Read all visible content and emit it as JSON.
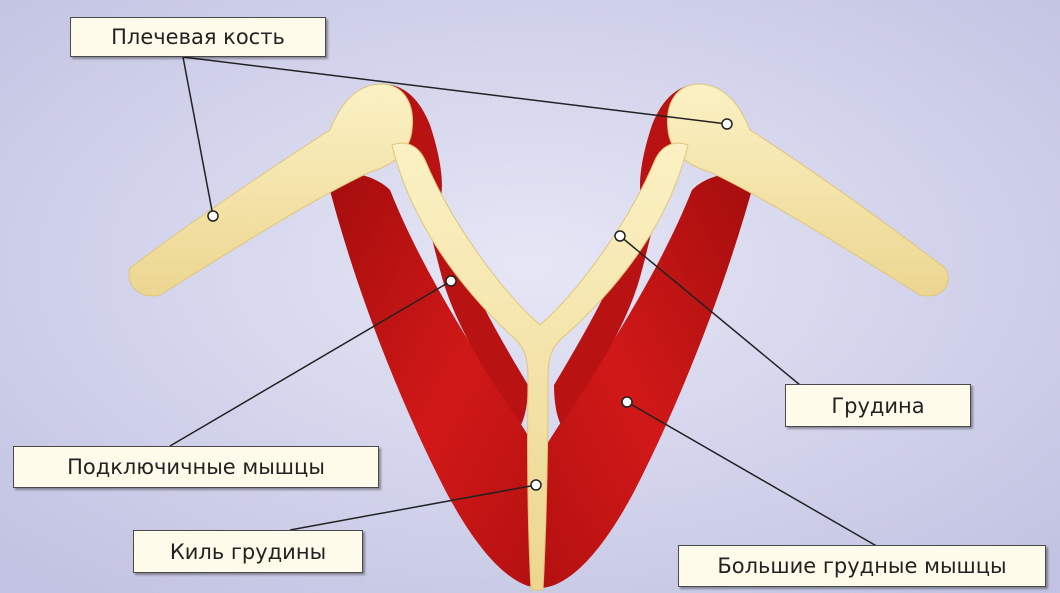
{
  "labels": {
    "humerus": "Плечевая кость",
    "sternum": "Грудина",
    "subclavian_muscles": "Подключичные мышцы",
    "keel": "Киль грудины",
    "pectoral_muscles": "Большие грудные мышцы"
  },
  "colors": {
    "background": "#cfd0ea",
    "bone": "#f6e6a8",
    "bone_shadow": "#d9bf6e",
    "muscle": "#c81414",
    "muscle_dark": "#8a0a0a",
    "label_bg": "#fffbea",
    "leader_line": "#222222"
  }
}
